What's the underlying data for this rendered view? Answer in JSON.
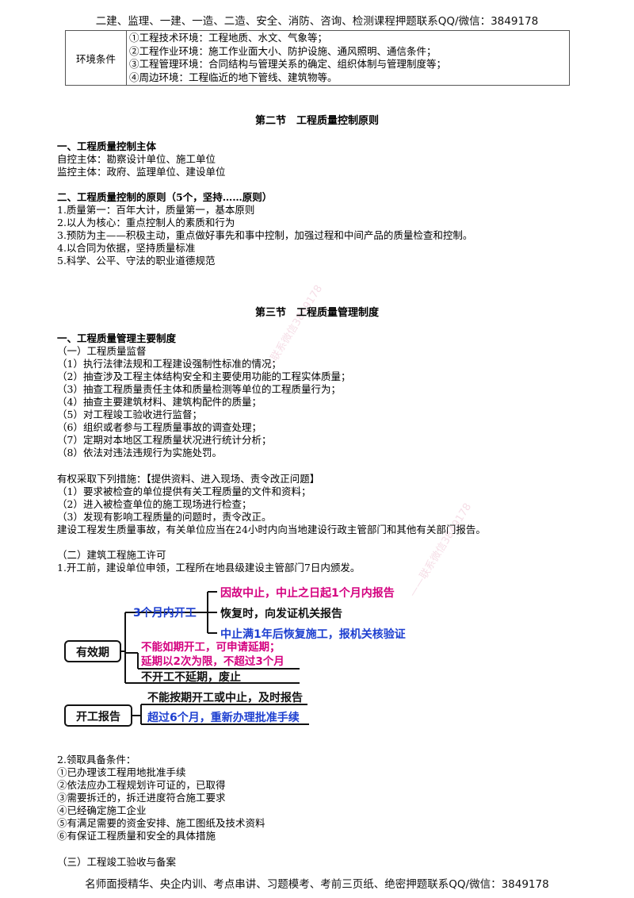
{
  "header": "二建、监理、一建、一造、二造、安全、消防、咨询、检测课程押题联系QQ/微信：3849178",
  "footer": "名师面授精华、央企内训、考点串讲、习题模考、考前三页纸、绝密押题联系QQ/微信：3849178",
  "watermark": "——联系微信3849178",
  "env_table": {
    "label": "环境条件",
    "items": [
      "①工程技术环境：工程地质、水文、气象等；",
      "②工程作业环境：施工作业面大小、防护设施、通风照明、通信条件；",
      "③工程管理环境：合同结构与管理关系的确定、组织体制与管理制度等；",
      "④周边环境：工程临近的地下管线、建筑物等。"
    ]
  },
  "section2": {
    "title": "第二节　工程质量控制原则",
    "h1": "一、工程质量控制主体",
    "self_control": "自控主体：勘察设计单位、施工单位",
    "supervise": "监控主体：政府、监理单位、建设单位",
    "h2": "二、工程质量控制的原则（5个，坚持……原则）",
    "principles": [
      "1.质量第一：百年大计，质量第一，基本原则",
      "2.以人为核心：重点控制人的素质和行为",
      "3.预防为主——积极主动，重点做好事先和事中控制，加强过程和中间产品的质量检查和控制。",
      "4.以合同为依据，坚持质量标准",
      "5.科学、公平、守法的职业道德规范"
    ]
  },
  "section3": {
    "title": "第三节　工程质量管理制度",
    "h1": "一、工程质量管理主要制度",
    "sub1": "（一）工程质量监督",
    "supervision_items": [
      "（1）执行法律法规和工程建设强制性标准的情况；",
      "（2）抽查涉及工程主体结构安全和主要使用功能的工程实体质量；",
      "（3）抽查工程质量责任主体和质量检测等单位的工程质量行为；",
      "（4）抽查主要建筑材料、建筑构配件的质量；",
      "（5）对工程竣工验收进行监督；",
      "（6）组织或者参与工程质量事故的调查处理；",
      "（7）定期对本地区工程质量状况进行统计分析；",
      "（8）依法对违法违规行为实施处罚。"
    ],
    "measures_intro": "有权采取下列措施：【提供资料、进入现场、责令改正问题】",
    "measures": [
      "（1）要求被检查的单位提供有关工程质量的文件和资料；",
      "（2）进入被检查单位的施工现场进行检查；",
      "（3）发现有影响工程质量的问题时，责令改正。"
    ],
    "accident_report": "建设工程发生质量事故，有关单位应当在24小时内向当地建设行政主管部门和其他有关部门报告。",
    "sub2": "（二）建筑工程施工许可",
    "permit_1": "1.开工前，建设单位申领，工程所在地县级建设主管部门7日内颁发。",
    "diagram": {
      "validity": "有效期",
      "start_3m": "3个月内开工",
      "suspend": "因故中止，中止之日起1个月内报告",
      "resume": "恢复时，向发证机关报告",
      "suspend_1y": "中止满1年后恢复施工，报机关核验证",
      "delay_1": "不能如期开工，可申请延期；",
      "delay_2": "延期以2次为限，不超过3个月",
      "no_delay": "不开工不延期，废止",
      "start_report": "开工报告",
      "cannot_start": "不能按期开工或中止，及时报告",
      "over_6m": "超过6个月，重新办理批准手续"
    },
    "permit_2_title": "2.领取具备条件：",
    "conditions": [
      "①已办理该工程用地批准手续",
      "②依法应办工程规划许可证的，已取得",
      "③需要拆迁的，拆迁进度符合施工要求",
      "④已经确定施工企业",
      "⑤有满足需要的资金安排、施工图纸及技术资料",
      "⑥有保证工程质量和安全的具体措施"
    ],
    "sub3": "（三）工程竣工验收与备案"
  },
  "colors": {
    "pink": "#d4007f",
    "blue": "#1d3fd0",
    "black": "#111111"
  }
}
